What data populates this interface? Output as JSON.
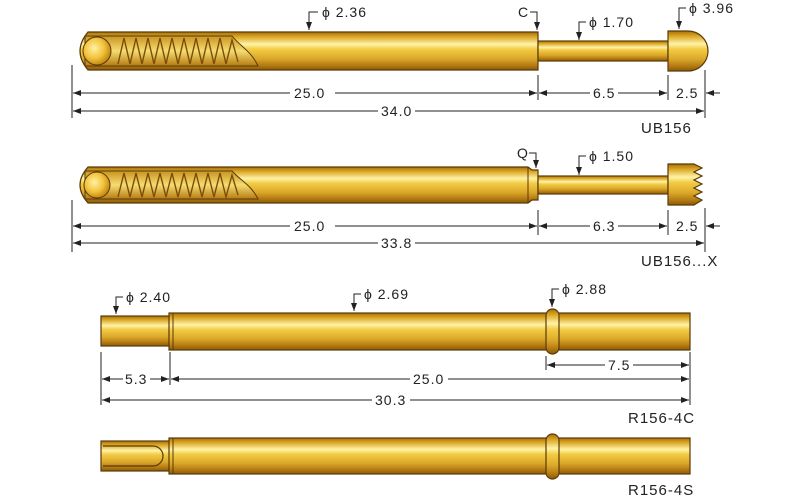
{
  "colors": {
    "gold_light": "#fff3a8",
    "gold_mid": "#e9b92c",
    "gold_dark": "#a8700d",
    "outline": "#5a3a08",
    "line": "#222222"
  },
  "probes": [
    {
      "model": "UB156",
      "labels": {
        "barrel_diameter": "ϕ 2.36",
        "crimp": "C",
        "plunger_diameter": "ϕ 1.70",
        "tip_diameter": "ϕ 3.96"
      },
      "dims": {
        "barrel_length": "25.0",
        "plunger_length": "6.5",
        "tip_length": "2.5",
        "total_length": "34.0"
      },
      "tip_type": "round-head"
    },
    {
      "model": "UB156...X",
      "labels": {
        "crimp": "Q",
        "plunger_diameter": "ϕ 1.50"
      },
      "dims": {
        "barrel_length": "25.0",
        "plunger_length": "6.3",
        "tip_length": "2.5",
        "total_length": "33.8"
      },
      "tip_type": "serrated-crown"
    },
    {
      "model": "R156-4C",
      "labels": {
        "end_diameter": "ϕ 2.40",
        "body_diameter": "ϕ 2.69",
        "ring_diameter": "ϕ 2.88"
      },
      "dims": {
        "end_length": "5.3",
        "body_length": "25.0",
        "ring_to_end": "7.5",
        "total_length": "30.3"
      },
      "type": "receptacle-crimp"
    },
    {
      "model": "R156-4S",
      "type": "receptacle-solder"
    }
  ]
}
